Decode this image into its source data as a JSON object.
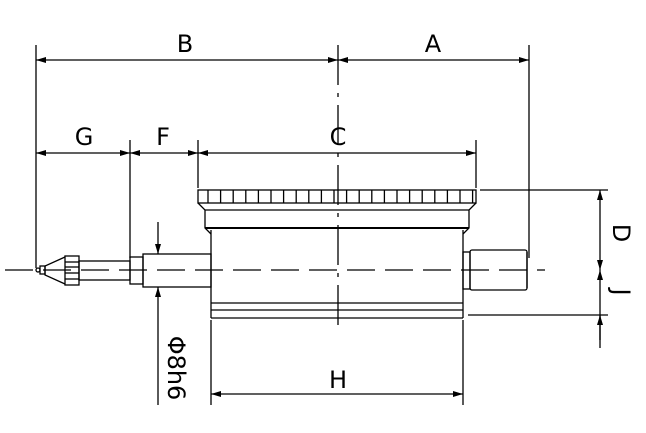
{
  "title": "Dial indicator dimension drawing",
  "labels": {
    "A": "A",
    "B": "B",
    "C": "C",
    "D": "D",
    "F": "F",
    "G": "G",
    "H": "H",
    "J": "J",
    "stem_diameter": "Φ8h6"
  }
}
